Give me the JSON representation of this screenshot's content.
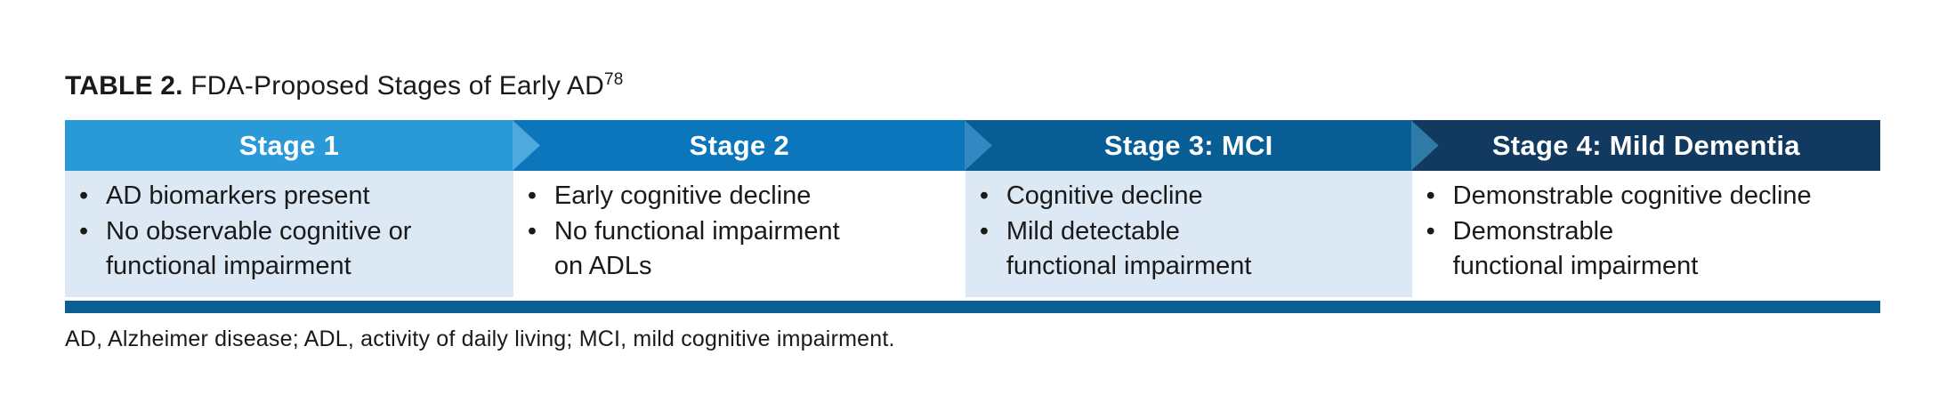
{
  "title": {
    "label": "TABLE 2.",
    "text": " FDA-Proposed Stages of Early AD",
    "reference_superscript": "78"
  },
  "bullet_glyph": "•",
  "table": {
    "columns": [
      {
        "header": "Stage 1",
        "bullets": [
          "AD biomarkers present",
          "No observable cognitive or\nfunctional impairment"
        ]
      },
      {
        "header": "Stage 2",
        "bullets": [
          "Early cognitive decline",
          "No functional impairment\non ADLs"
        ]
      },
      {
        "header": "Stage 3: MCI",
        "bullets": [
          "Cognitive decline",
          "Mild detectable\nfunctional impairment"
        ]
      },
      {
        "header": "Stage 4:  Mild Dementia",
        "bullets": [
          "Demonstrable cognitive decline",
          "Demonstrable\nfunctional impairment"
        ]
      }
    ]
  },
  "footnote": "AD, Alzheimer disease; ADL, activity of daily living; MCI, mild cognitive impairment.",
  "colors": {
    "stage1": "#2999d8",
    "stage2": "#0b76bc",
    "stage3": "#085e94",
    "stage4": "#12395f",
    "arrow1": "#4fa9de",
    "arrow2": "#3188c3",
    "arrow3": "#2f7ba8",
    "cellLight": "#dce8f4",
    "bar": "#0d5e94"
  }
}
